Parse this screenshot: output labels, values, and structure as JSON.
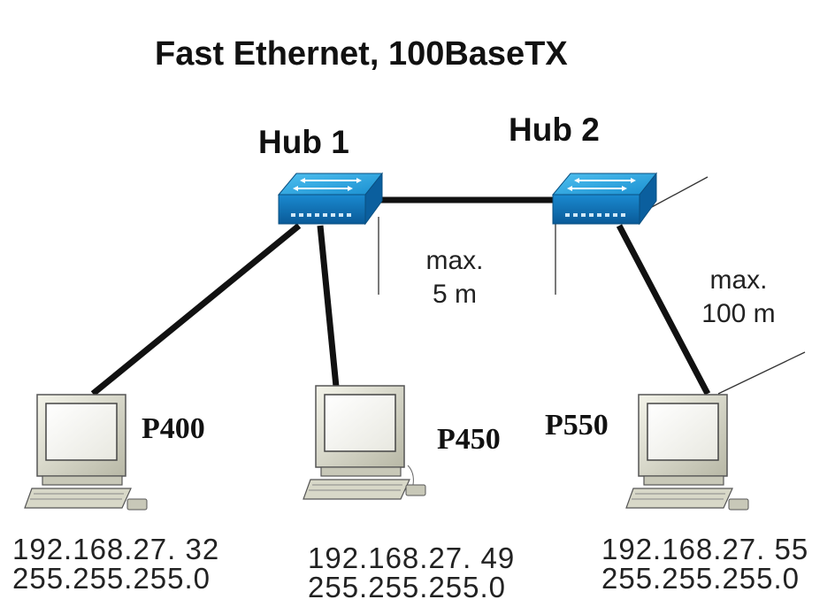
{
  "diagram": {
    "title": "Fast Ethernet, 100BaseTX",
    "hubs": [
      {
        "label": "Hub 1"
      },
      {
        "label": "Hub 2"
      }
    ],
    "distances": [
      {
        "line1": "max.",
        "line2": "5 m"
      },
      {
        "line1": "max.",
        "line2": "100 m"
      }
    ],
    "computers": [
      {
        "label": "P400",
        "ip": "192.168.27. 32",
        "mask": "255.255.255.0"
      },
      {
        "label": "P450",
        "ip": "192.168.27. 49",
        "mask": "255.255.255.0"
      },
      {
        "label": "P550",
        "ip": "192.168.27. 55",
        "mask": "255.255.255.0"
      }
    ],
    "colors": {
      "hub_top": "#1f9bd8",
      "hub_front": "#0d6fb0",
      "pc_body": "#d8d8c8",
      "cable": "#111111"
    }
  }
}
